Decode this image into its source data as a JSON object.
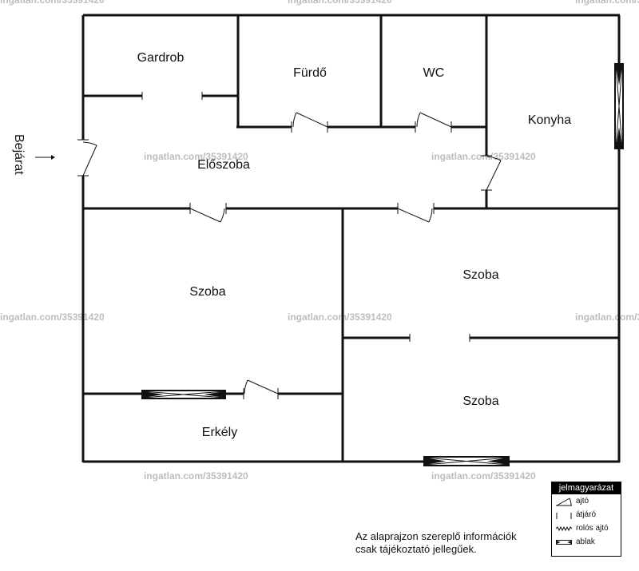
{
  "rooms": {
    "gardrob": "Gardrob",
    "furdo": "Fürdő",
    "wc": "WC",
    "konyha": "Konyha",
    "eloszoba": "Előszoba",
    "szoba_left": "Szoba",
    "szoba_right_top": "Szoba",
    "szoba_right_bottom": "Szoba",
    "erkely": "Erkély"
  },
  "entrance_label": "Bejárat",
  "watermark": "ingatlan.com/35391420",
  "note": {
    "line1": "Az alaprajzon szereplő információk",
    "line2": "csak tájékoztató jellegűek."
  },
  "legend": {
    "title": "jelmagyarázat",
    "items": [
      {
        "icon": "door-symbol-icon",
        "label": "ajtó"
      },
      {
        "icon": "passage-symbol-icon",
        "label": "átjáró"
      },
      {
        "icon": "roller-door-symbol-icon",
        "label": "rolós ajtó"
      },
      {
        "icon": "window-symbol-icon",
        "label": "ablak"
      }
    ]
  },
  "colors": {
    "wall": "#111111",
    "watermark": "#bdbdbd",
    "legend_header": "#000000"
  }
}
